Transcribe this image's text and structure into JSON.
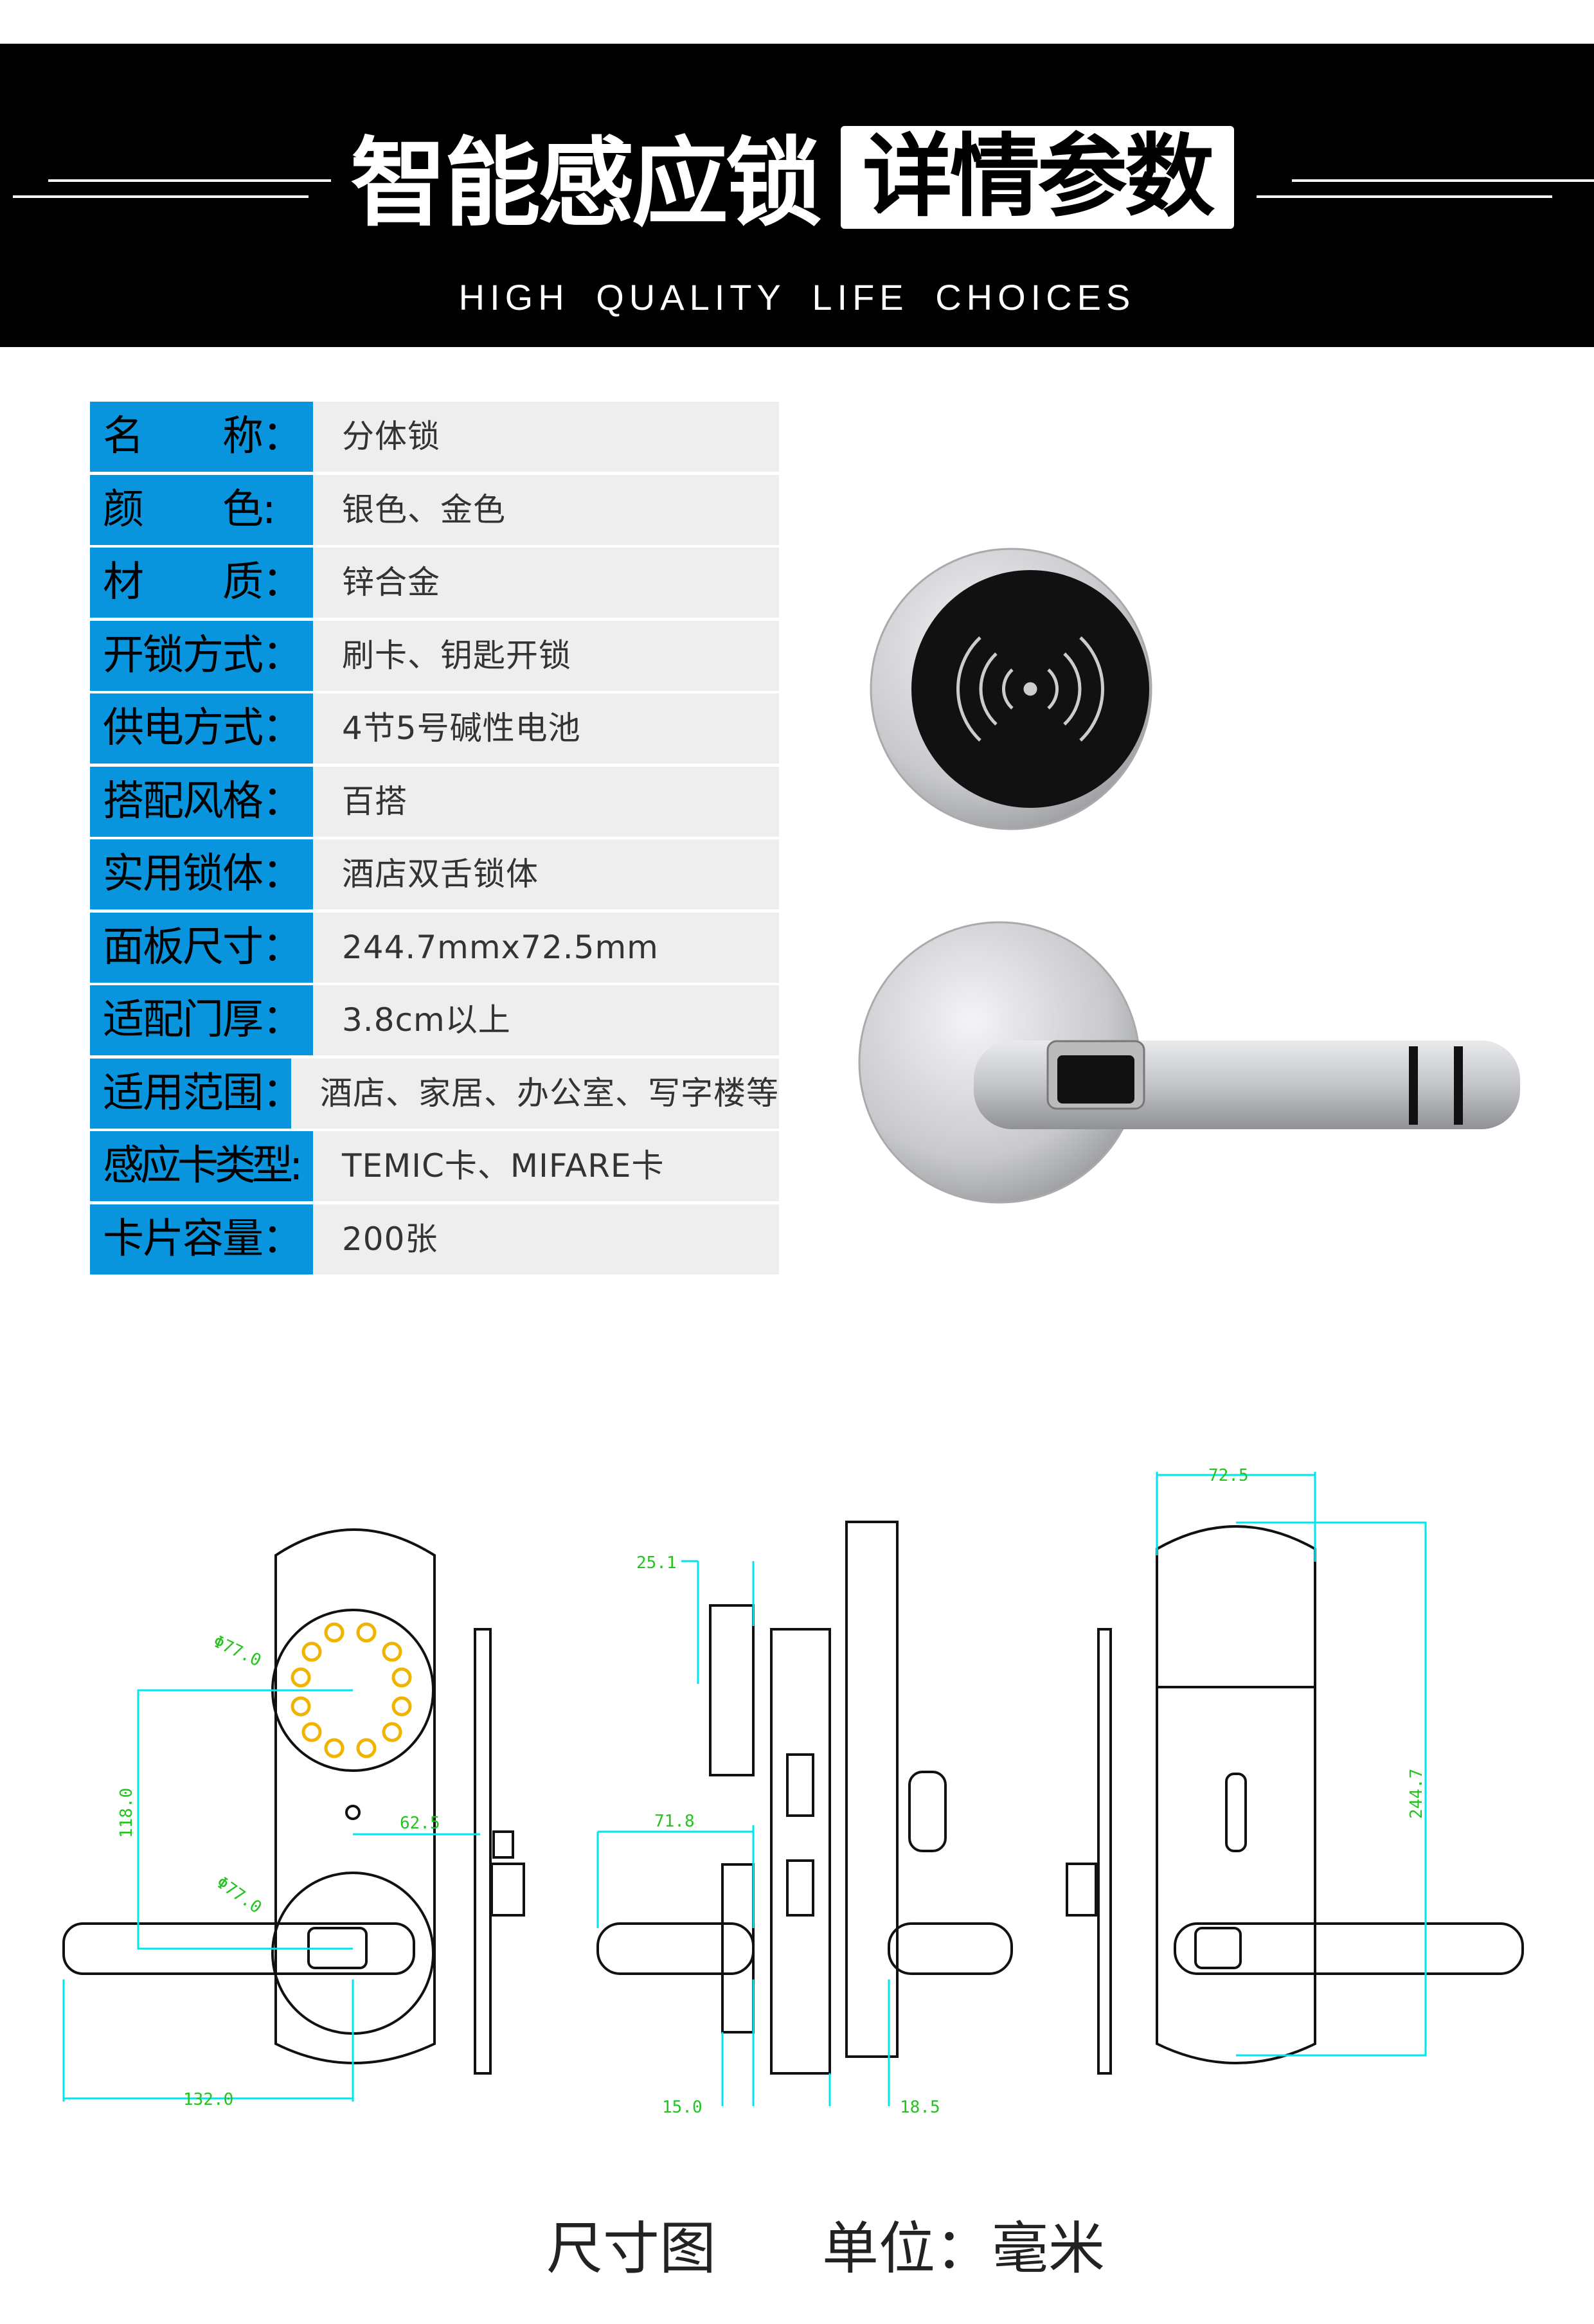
{
  "header": {
    "title": "智能感应锁",
    "title_highlight": "详情参数",
    "subtitle": "HIGH QUALITY LIFE CHOICES"
  },
  "specs": [
    {
      "label": "名　　称：",
      "value": "分体锁"
    },
    {
      "label": "颜　　色:",
      "value": "银色、金色"
    },
    {
      "label": "材　　质：",
      "value": "锌合金"
    },
    {
      "label": "开锁方式：",
      "value": "刷卡、钥匙开锁"
    },
    {
      "label": "供电方式：",
      "value": "4节5号碱性电池"
    },
    {
      "label": "搭配风格：",
      "value": "百搭"
    },
    {
      "label": "实用锁体：",
      "value": "酒店双舌锁体"
    },
    {
      "label": "面板尺寸：",
      "value": "244.7mmx72.5mm"
    },
    {
      "label": "适配门厚：",
      "value": "3.8cm以上"
    },
    {
      "label": "适用范围：",
      "value": "酒店、家居、办公室、写字楼等"
    },
    {
      "label": "感应卡类型:",
      "value": "TEMIC卡、MIFARE卡"
    },
    {
      "label": "卡片容量：",
      "value": "200张"
    }
  ],
  "drawing": {
    "dims": {
      "reader_dia": "Φ77.0",
      "rose_dia": "Φ77.0",
      "center_distance": "118.0",
      "lever_length": "132.0",
      "backset": "62.5",
      "reader_depth": "25.1",
      "lever_projection": "71.8",
      "rose_thickness": "15.0",
      "faceplate_offset": "18.5",
      "panel_width": "72.5",
      "panel_height": "244.7"
    }
  },
  "caption": {
    "left": "尺寸图",
    "right": "单位：毫米"
  },
  "colors": {
    "header_bg": "#000000",
    "label_bg": "#0995dd",
    "value_bg": "#eeeeee",
    "dimension": "#22c41d",
    "dimension_line": "#00e5ee",
    "keypad": "#f0b400"
  }
}
